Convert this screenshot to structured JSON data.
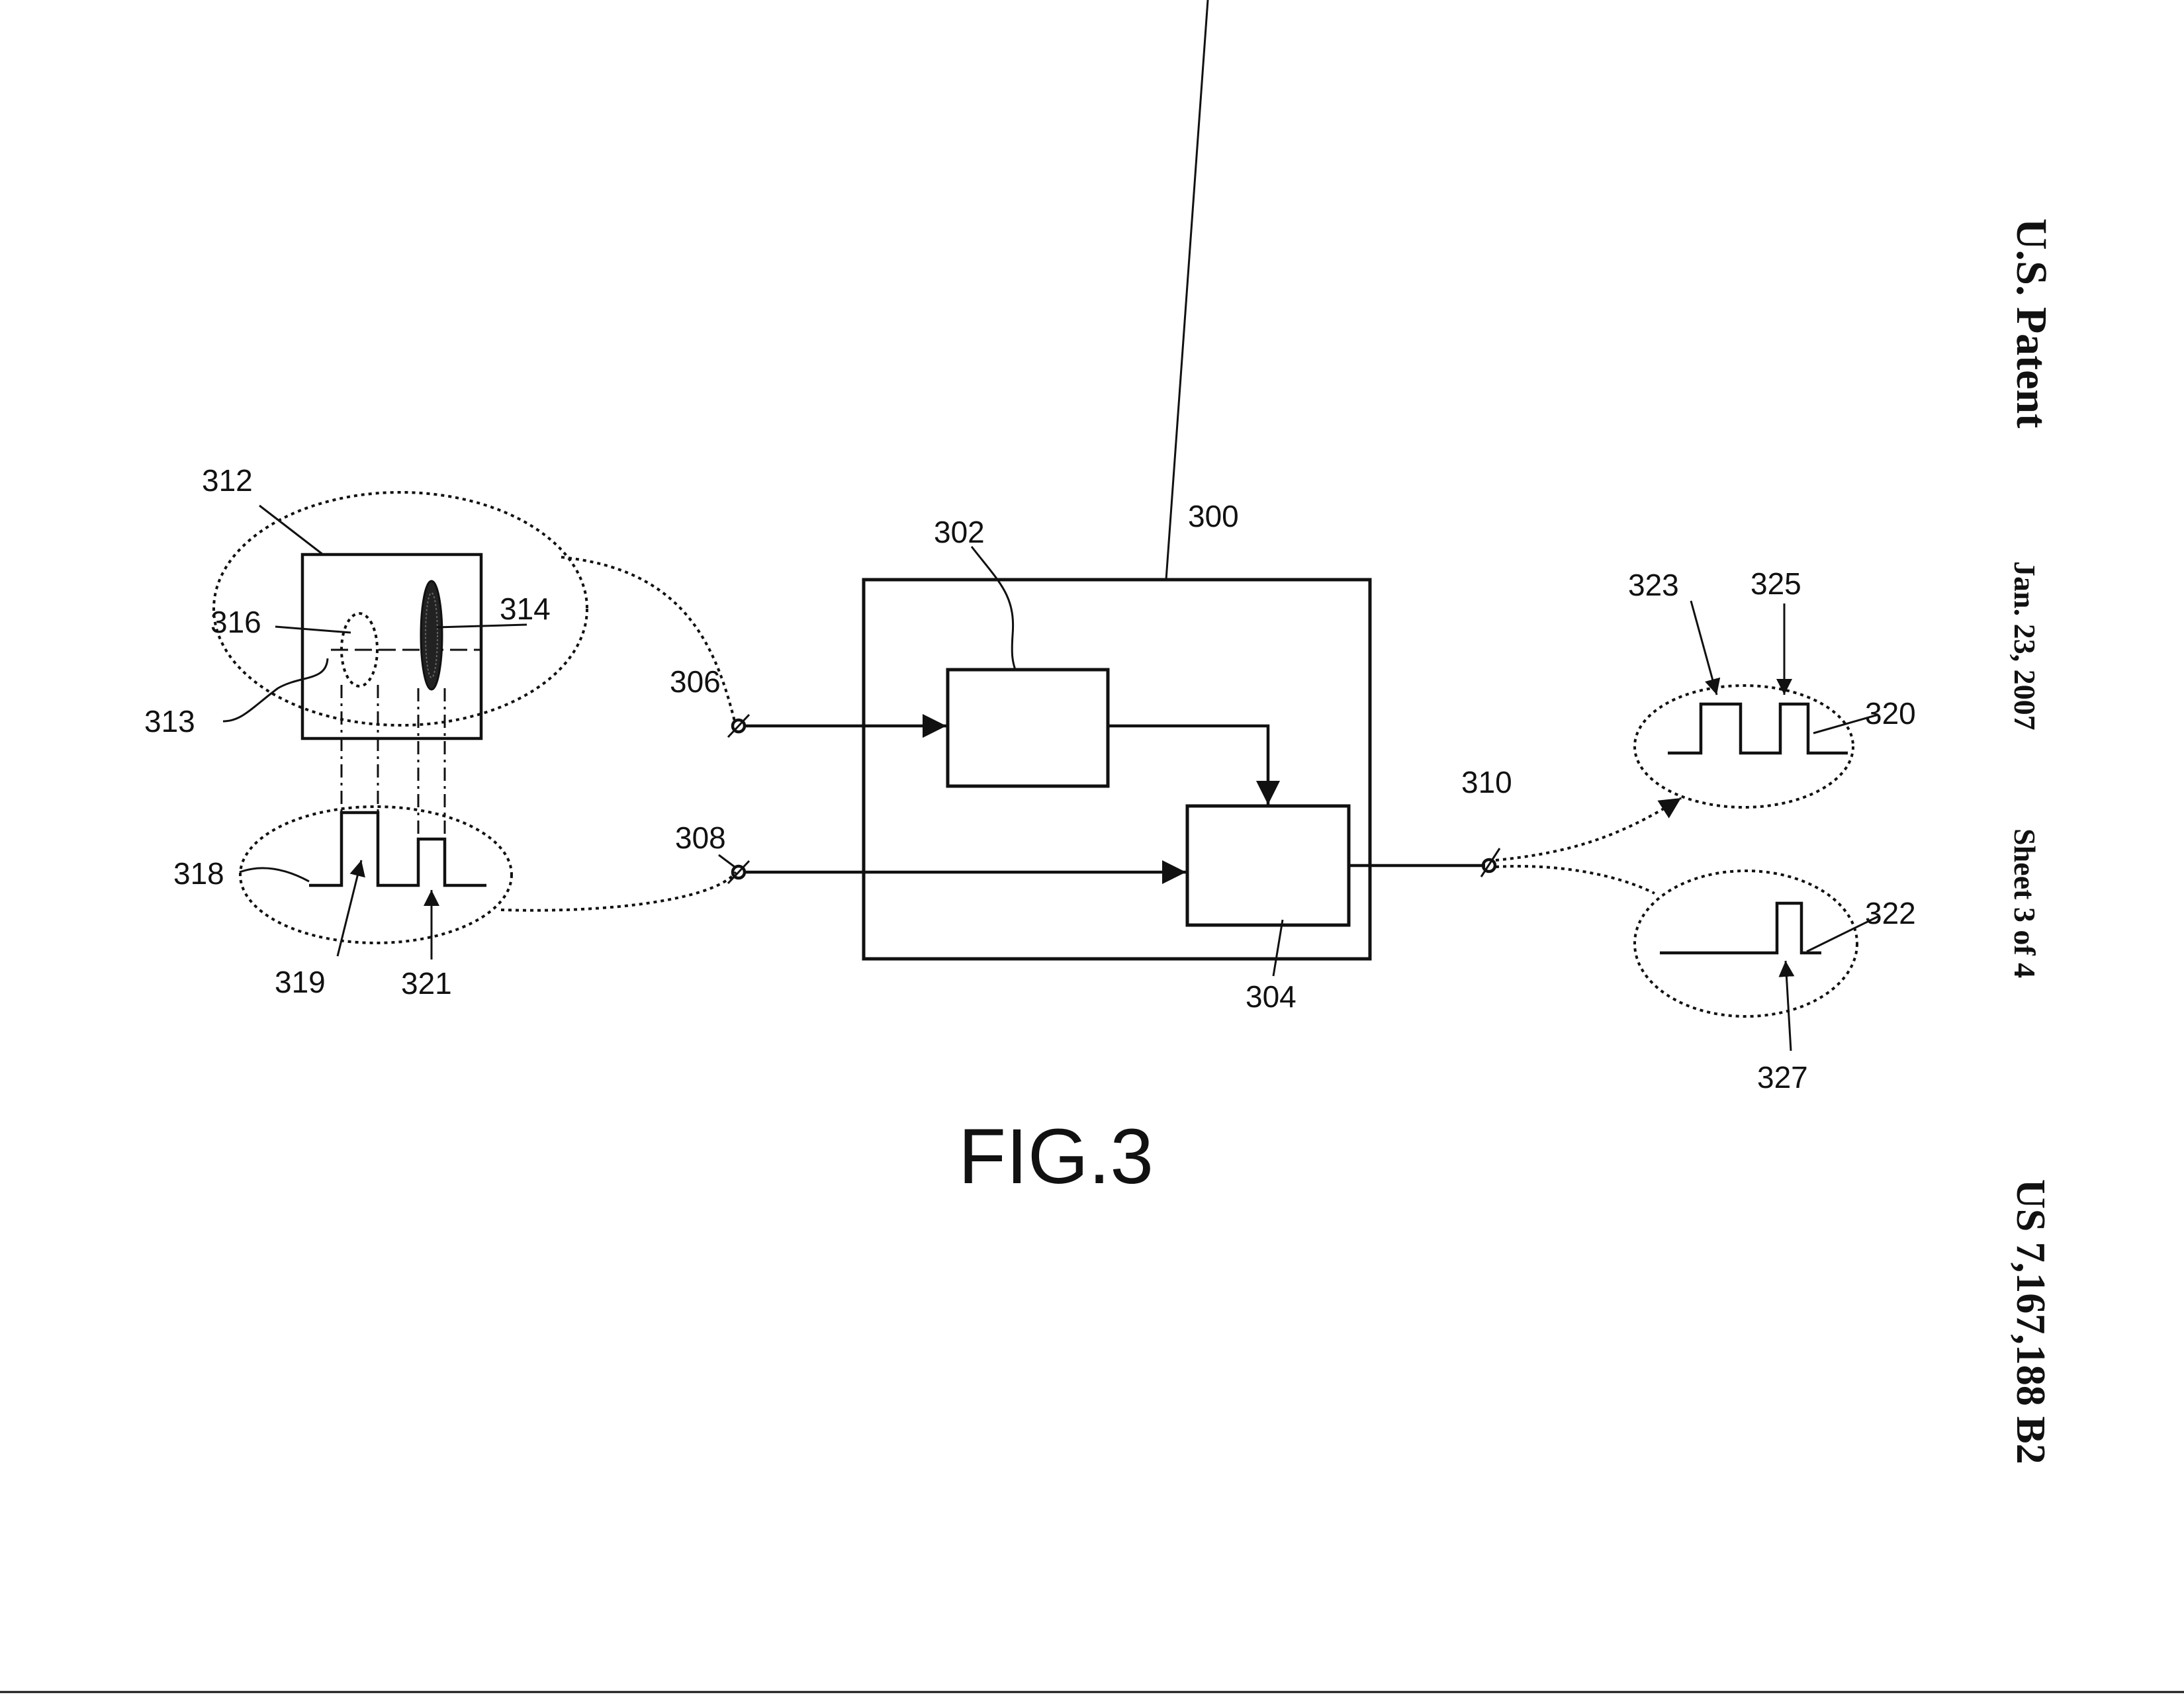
{
  "header": {
    "publication": "U.S. Patent",
    "date": "Jan. 23, 2007",
    "sheet": "Sheet 3 of 4",
    "patent_number": "US 7,167,188 B2"
  },
  "figure": {
    "caption": "FIG.3"
  },
  "labels": {
    "system": "300",
    "block_upper": "302",
    "block_lower": "304",
    "input_upper": "306",
    "input_lower": "308",
    "output": "310",
    "image": "312",
    "scan_line": "313",
    "spot_dark": "314",
    "spot_light": "316",
    "waveform_in": "318",
    "pulse_in_1": "319",
    "waveform_out_1": "320",
    "pulse_in_2": "321",
    "waveform_out_2": "322",
    "pulse_out_1": "323",
    "pulse_out_2": "325",
    "pulse_out_3": "327"
  },
  "colors": {
    "ink": "#111111",
    "paper": "#ffffff"
  }
}
